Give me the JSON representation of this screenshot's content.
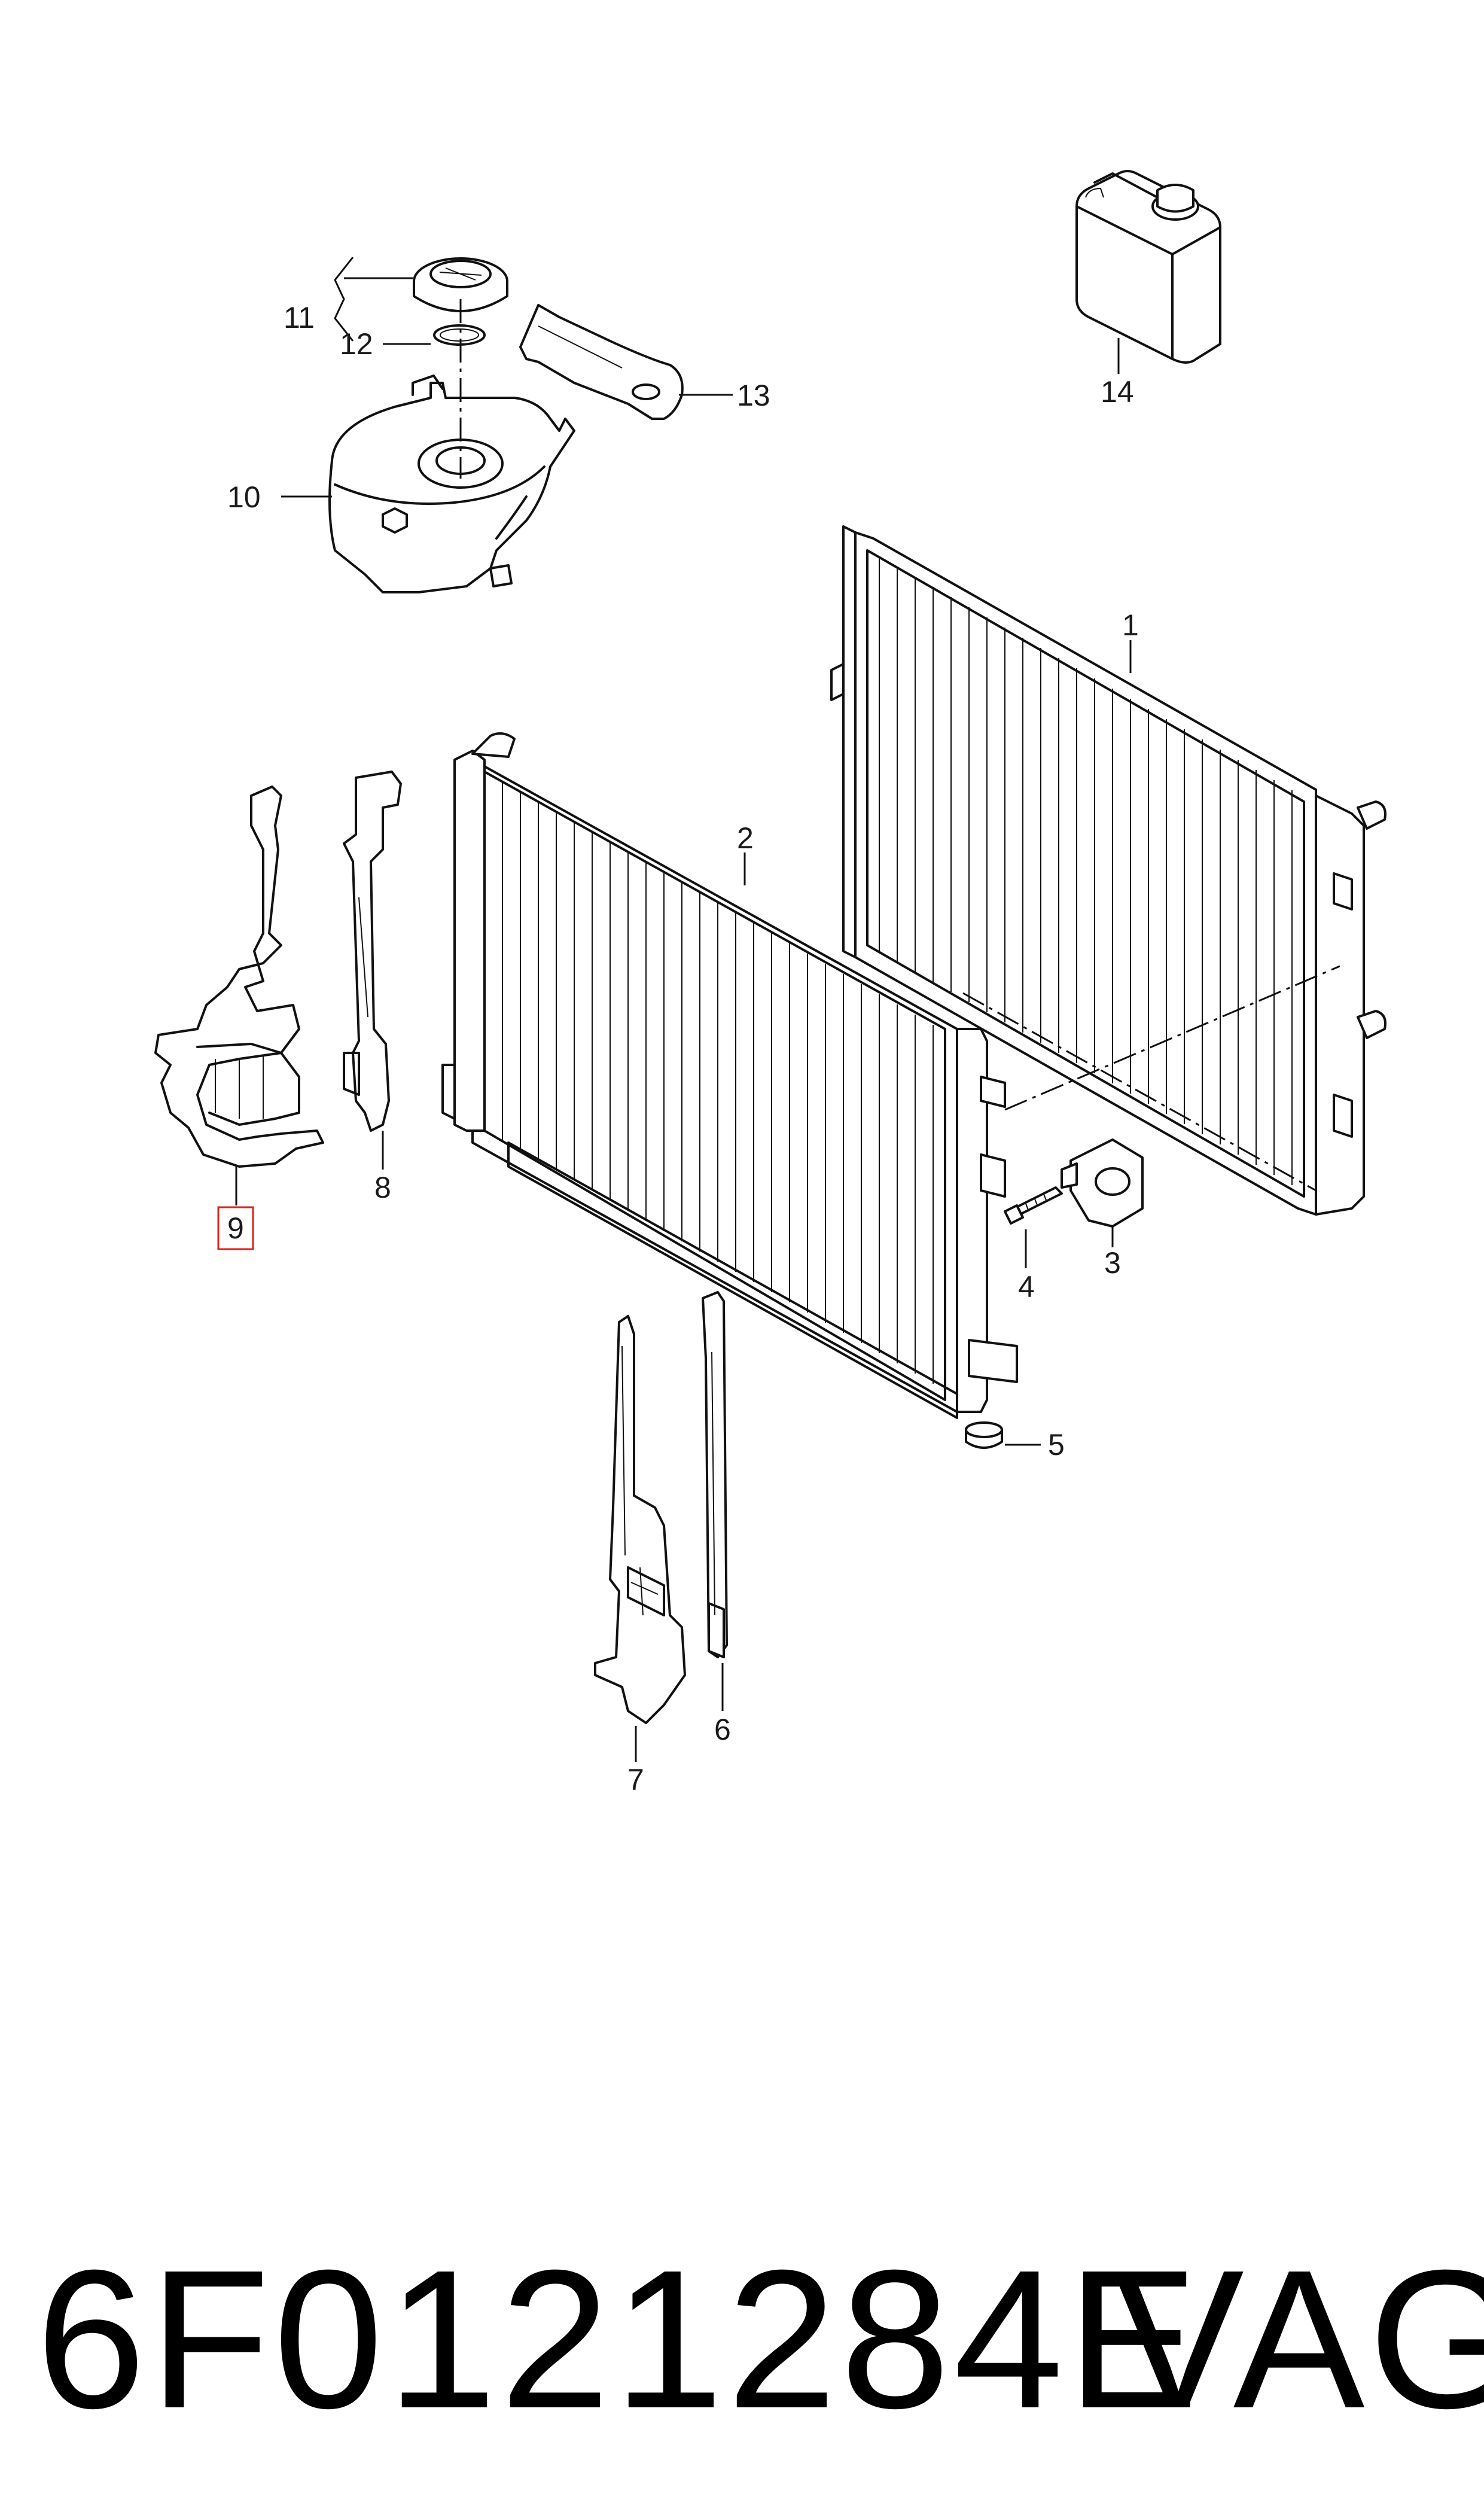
{
  "diagram": {
    "callouts": [
      "1",
      "2",
      "3",
      "4",
      "5",
      "6",
      "7",
      "8",
      "9",
      "10",
      "11",
      "12",
      "13",
      "14"
    ],
    "highlighted_callout": "9",
    "highlight_color": "#e0201c"
  },
  "footer": {
    "part_number": "6F0121284E",
    "brand": "VAG"
  }
}
